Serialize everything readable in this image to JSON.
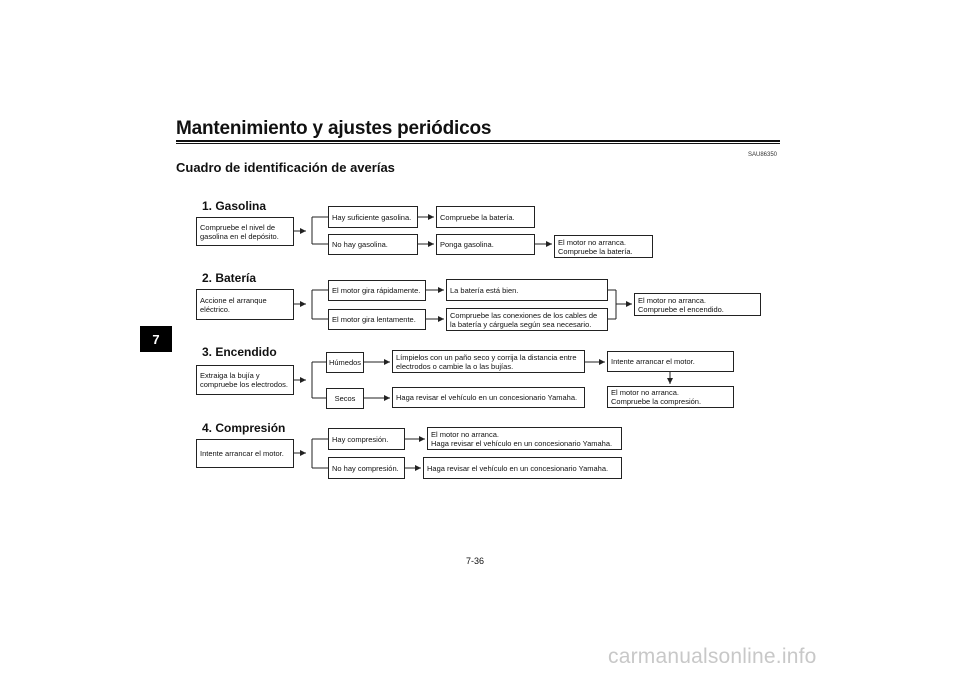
{
  "header": {
    "title": "Mantenimiento y ajustes periódicos"
  },
  "section": {
    "title": "Cuadro de identificación de averías",
    "code": "SAU86350"
  },
  "chapter_tab": "7",
  "page_number": "7-36",
  "watermark": "carmanualsonline.info",
  "sections": {
    "s1": {
      "heading": "1. Gasolina",
      "start": "Compruebe el nivel de\ngasolina en el depósito.",
      "yes": "Hay suficiente gasolina.",
      "yes_action": "Compruebe la batería.",
      "no": "No hay gasolina.",
      "no_action": "Ponga gasolina.",
      "no_result": "El motor no arranca.\nCompruebe la batería."
    },
    "s2": {
      "heading": "2. Batería",
      "start": "Accione el arranque\neléctrico.",
      "fast": "El motor gira rápidamente.",
      "fast_action": "La batería está bien.",
      "slow": "El motor gira lentamente.",
      "slow_action": "Compruebe las conexiones de los cables de\nla batería y cárguela según sea necesario.",
      "result": "El motor no arranca.\nCompruebe el encendido."
    },
    "s3": {
      "heading": "3. Encendido",
      "start": "Extraiga la bujía y\ncompruebe los electrodos.",
      "wet": "Húmedos",
      "wet_action": "Límpielos con un paño seco y corrija la distancia entre\nelectrodos o cambie la o las bujías.",
      "wet_next": "Intente arrancar el motor.",
      "dry": "Secos",
      "dry_action": "Haga revisar el vehículo en un concesionario Yamaha.",
      "result": "El motor no arranca.\nCompruebe la compresión."
    },
    "s4": {
      "heading": "4. Compresión",
      "start": "Intente arrancar el motor.",
      "yes": "Hay compresión.",
      "yes_action": "El motor no arranca.\nHaga revisar el vehículo en un concesionario Yamaha.",
      "no": "No hay compresión.",
      "no_action": "Haga revisar el vehículo en un concesionario Yamaha."
    }
  }
}
